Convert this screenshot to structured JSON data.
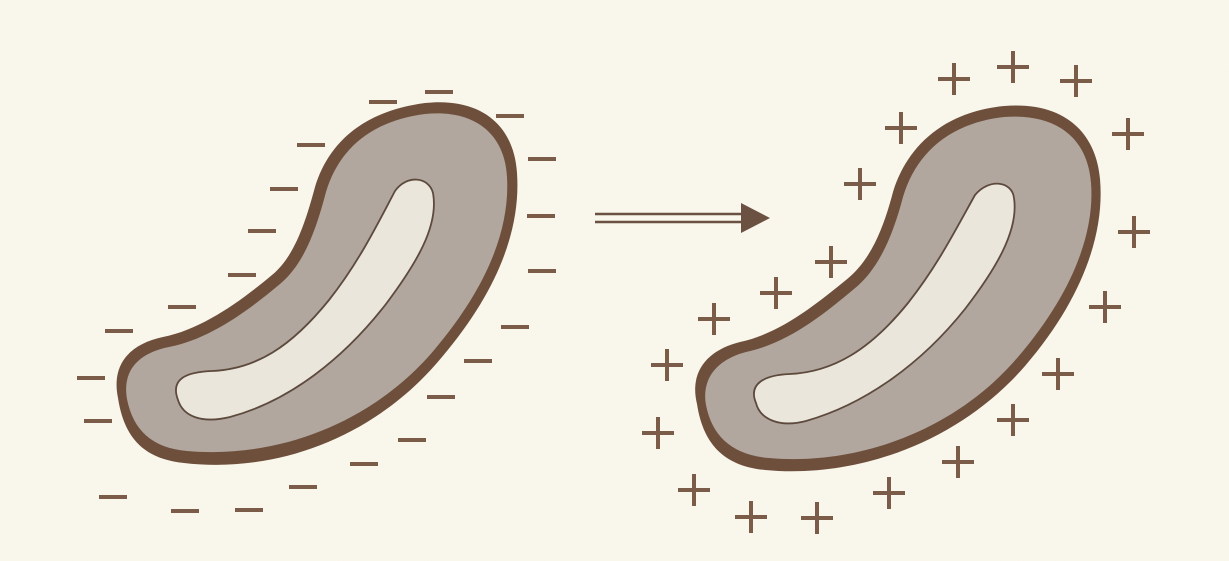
{
  "colors": {
    "background": "#faf7ec",
    "outline": "#6e4f3b",
    "cell_outer": "#b1a79e",
    "cell_inner": "#eae6dc",
    "inner_line": "#5d4a3d",
    "charge": "#7a5c48",
    "arrow": "#6b5142"
  },
  "figure": {
    "left_cell": {
      "label": "negatively-charged-bacterium",
      "charge": "negative"
    },
    "arrow": {
      "direction": "right"
    },
    "right_cell": {
      "label": "positively-charged-bacterium",
      "charge": "positive"
    }
  },
  "icons": {
    "left_charge_icon": "minus-sign",
    "right_charge_icon": "plus-sign",
    "transition_icon": "double-line-arrow-icon"
  }
}
